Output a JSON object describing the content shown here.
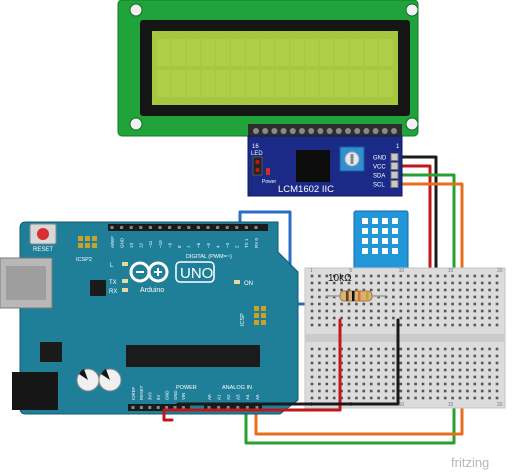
{
  "lcd": {
    "rows": 2,
    "cols": 16,
    "colors": {
      "frame": "#1fa33a",
      "bezel": "#161616",
      "glass": "#a6c73f",
      "cell": "#b7d655"
    }
  },
  "i2c_module": {
    "name": "LCM1602 IIC",
    "pin_labels": [
      "GND",
      "VCC",
      "SDA",
      "SCL"
    ],
    "header_marks": {
      "left": "16",
      "right": "1"
    },
    "led_label": "LED",
    "power_label": "Power",
    "color": "#1a2a86"
  },
  "arduino": {
    "brand": "Arduino",
    "model": "UNO",
    "reset_label": "RESET",
    "icsp2_label": "ICSP2",
    "icsp_label": "ICSP",
    "on_label": "ON",
    "tx_label": "TX",
    "rx_label": "RX",
    "l_label": "L",
    "digital_label": "DIGITAL (PWM=~)",
    "power_label": "POWER",
    "analog_label": "ANALOG IN",
    "digital_pins": [
      "AREF",
      "GND",
      "13",
      "12",
      "~11",
      "~10",
      "~9",
      "8",
      "7",
      "~6",
      "~5",
      "4",
      "~3",
      "2",
      "TX 1",
      "RX 0"
    ],
    "power_pins": [
      "IOREF",
      "RESET",
      "3V3",
      "5V",
      "GND",
      "GND",
      "VIN"
    ],
    "analog_pins": [
      "A0",
      "A1",
      "A2",
      "A3",
      "A4",
      "A5"
    ],
    "color": "#1f7f99"
  },
  "sensor": {
    "color": "#2196d9"
  },
  "resistor": {
    "label": "10kΩ"
  },
  "breadboard": {
    "column_marks": [
      "1",
      "5",
      "10",
      "15",
      "20"
    ]
  },
  "wires": {
    "colors": {
      "gnd": "#1a1a1a",
      "vcc": "#c0171b",
      "sda": "#27a02f",
      "scl": "#e46f1c",
      "data": "#2c6cc4"
    }
  },
  "watermark": "fritzing"
}
